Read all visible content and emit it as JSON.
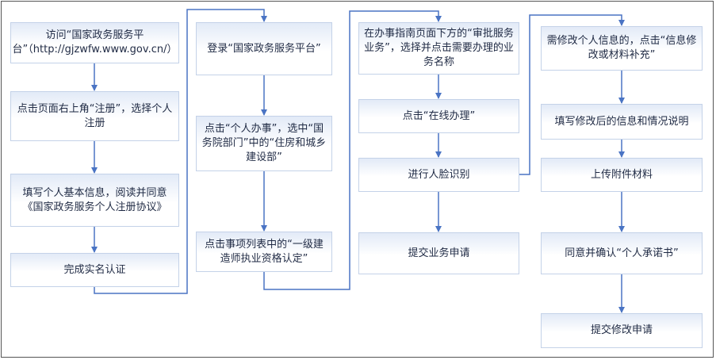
{
  "steps": {
    "c1s1": "访问“国家政务服务平台”（http://gjzwfw.www.gov.cn/）",
    "c1s2": "点击页面右上角“注册”，选择个人注册",
    "c1s3": "填写个人基本信息，阅读并同意《国家政务服务个人注册协议》",
    "c1s4": "完成实名认证",
    "c2s1": "登录“国家政务服务平台”",
    "c2s2": "点击“个人办事”，选中“国务院部门”中的“住房和城乡建设部”",
    "c2s3": "点击事项列表中的“一级建造师执业资格认定”",
    "c3s1": "在办事指南页面下方的“审批服务业务”，选择并点击需要办理的业务名称",
    "c3s2": "点击“在线办理”",
    "c3s3": "进行人脸识别",
    "c3s4": "提交业务申请",
    "c4s1": "需修改个人信息的，点击“信息修改或材料补充”",
    "c4s2": "填写修改后的信息和情况说明",
    "c4s3": "上传附件材料",
    "c4s4": "同意并确认“个人承诺书”",
    "c4s5": "提交修改申请"
  },
  "colors": {
    "arrow": "#4a74c4",
    "box_border": "#c4d2e8",
    "box_top": "#e2eaf7"
  }
}
